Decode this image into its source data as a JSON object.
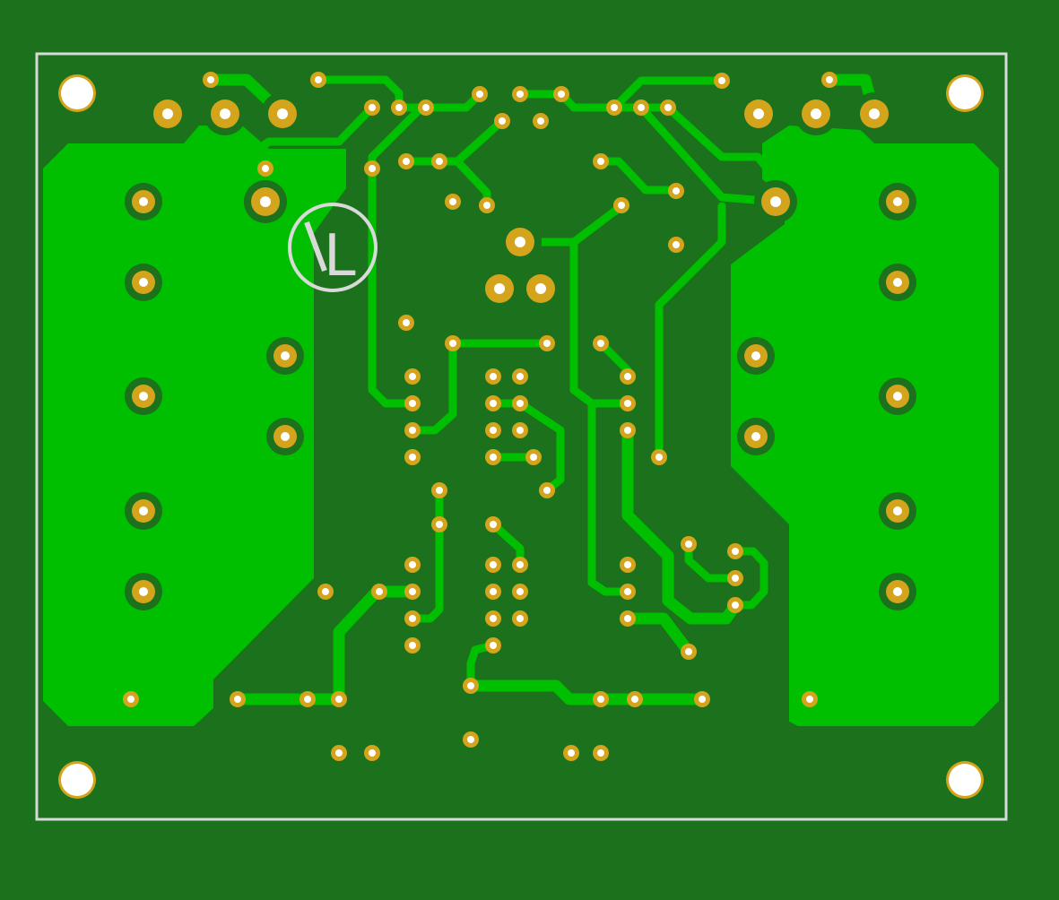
{
  "view": {
    "type": "pcb-layout",
    "layer": "bottom copper"
  },
  "colors": {
    "background": "#1b711c",
    "board": "#1b711c",
    "copper_pour": "#00bf00",
    "trace": "#00bf00",
    "pad_ring": "#d4a41c",
    "drill": "#ffffff",
    "outline": "#d9d9d9",
    "logo": "#d9d9d9"
  },
  "logo": {
    "text": "L",
    "icon": "volt-logo-icon"
  }
}
